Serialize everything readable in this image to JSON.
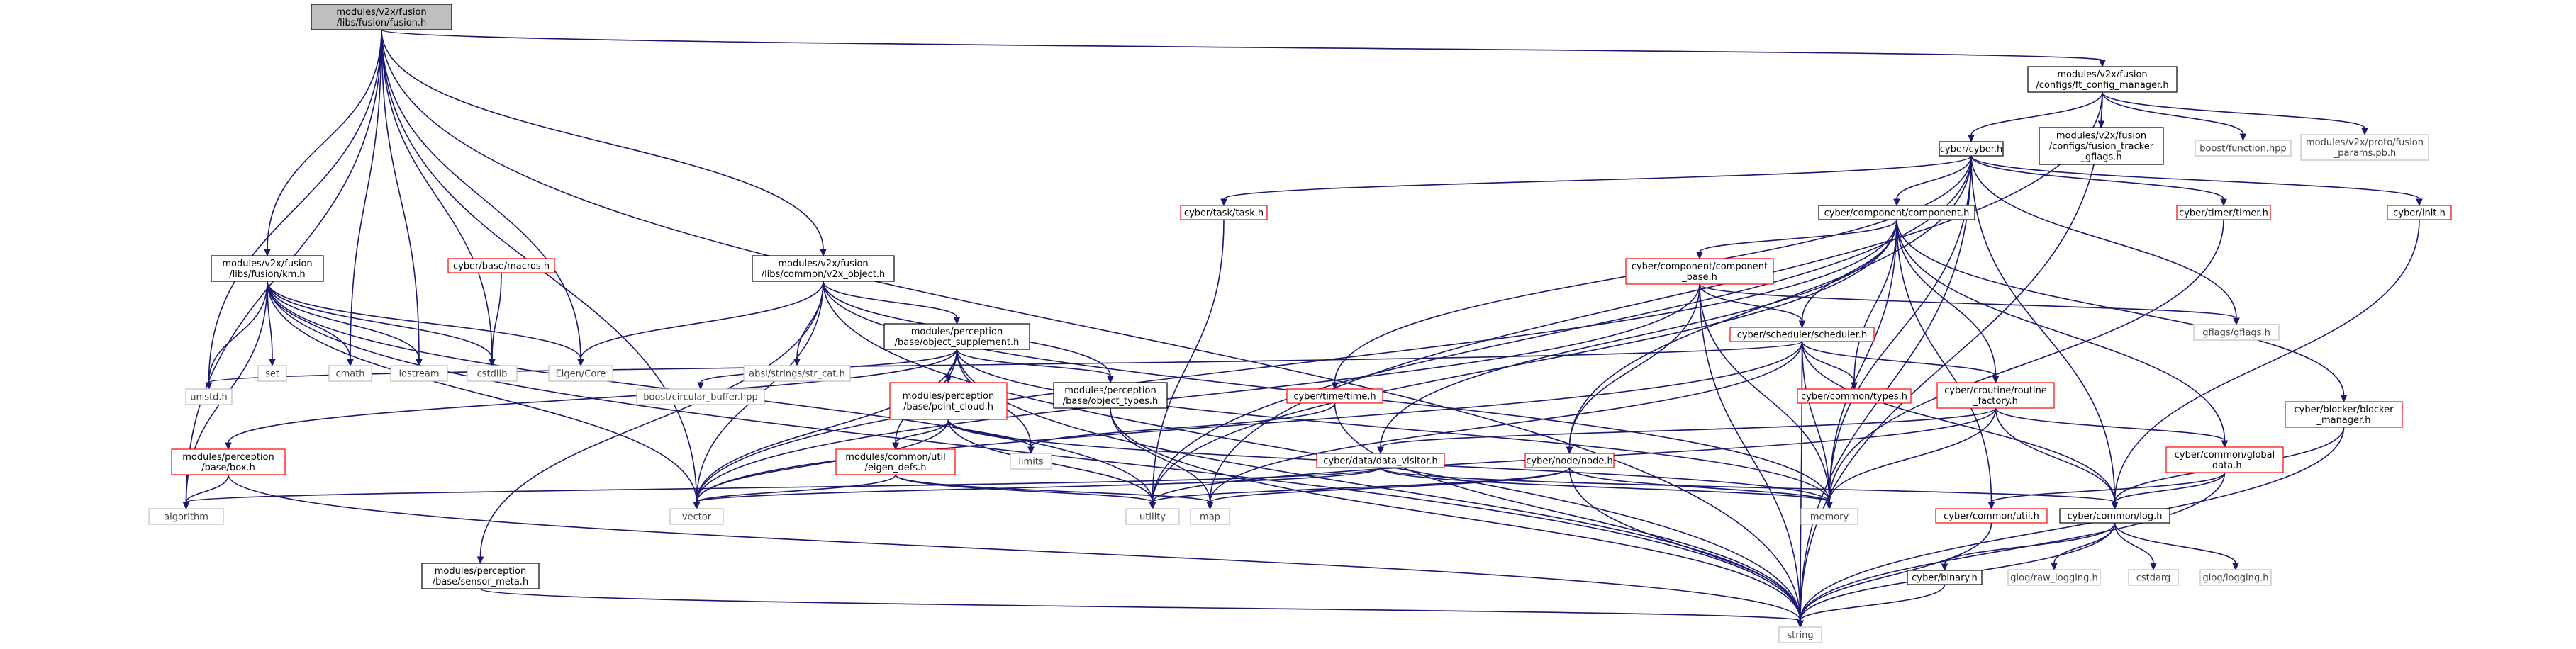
{
  "colors": {
    "edge": "#191970",
    "focus_fill": "#bfbfbf",
    "node_border_black": "#000000",
    "node_border_red": "#ff0000",
    "node_border_gray": "#bfbfbf",
    "text_black": "#000000",
    "text_gray": "#404040"
  },
  "nodes": [
    {
      "id": "fusion_h",
      "lines": [
        "modules/v2x/fusion",
        "/libs/fusion/fusion.h"
      ],
      "style": "focus"
    },
    {
      "id": "ft_config_manager",
      "lines": [
        "modules/v2x/fusion",
        "/configs/ft_config_manager.h"
      ],
      "style": "black"
    },
    {
      "id": "km_h",
      "lines": [
        "modules/v2x/fusion",
        "/libs/fusion/km.h"
      ],
      "style": "black"
    },
    {
      "id": "v2x_object",
      "lines": [
        "modules/v2x/fusion",
        "/libs/common/v2x_object.h"
      ],
      "style": "black"
    },
    {
      "id": "cyber_h",
      "lines": [
        "cyber/cyber.h"
      ],
      "style": "black"
    },
    {
      "id": "fusion_tracker_gflags",
      "lines": [
        "modules/v2x/fusion",
        "/configs/fusion_tracker",
        "_gflags.h"
      ],
      "style": "black"
    },
    {
      "id": "boost_function",
      "lines": [
        "boost/function.hpp"
      ],
      "style": "gray"
    },
    {
      "id": "ft_config_params",
      "lines": [
        "modules/v2x/proto/fusion",
        "_params.pb.h"
      ],
      "style": "gray"
    },
    {
      "id": "task_h",
      "lines": [
        "cyber/task/task.h"
      ],
      "style": "red"
    },
    {
      "id": "component_h",
      "lines": [
        "cyber/component/component.h"
      ],
      "style": "black"
    },
    {
      "id": "timer_h",
      "lines": [
        "cyber/timer/timer.h"
      ],
      "style": "red"
    },
    {
      "id": "init_h",
      "lines": [
        "cyber/init.h"
      ],
      "style": "red"
    },
    {
      "id": "macros_h",
      "lines": [
        "cyber/base/macros.h"
      ],
      "style": "red"
    },
    {
      "id": "component_base",
      "lines": [
        "cyber/component/component",
        "_base.h"
      ],
      "style": "red"
    },
    {
      "id": "object_supplement",
      "lines": [
        "modules/perception",
        "/base/object_supplement.h"
      ],
      "style": "black"
    },
    {
      "id": "scheduler_h",
      "lines": [
        "cyber/scheduler/scheduler.h"
      ],
      "style": "red"
    },
    {
      "id": "gflags",
      "lines": [
        "gflags/gflags.h"
      ],
      "style": "gray"
    },
    {
      "id": "set",
      "lines": [
        "set"
      ],
      "style": "gray"
    },
    {
      "id": "cmath",
      "lines": [
        "cmath"
      ],
      "style": "gray"
    },
    {
      "id": "iostream",
      "lines": [
        "iostream"
      ],
      "style": "gray"
    },
    {
      "id": "cstdlib",
      "lines": [
        "cstdlib"
      ],
      "style": "gray"
    },
    {
      "id": "eigen_core",
      "lines": [
        "Eigen/Core"
      ],
      "style": "gray"
    },
    {
      "id": "str_cat",
      "lines": [
        "absl/strings/str_cat.h"
      ],
      "style": "gray"
    },
    {
      "id": "unistd",
      "lines": [
        "unistd.h"
      ],
      "style": "gray"
    },
    {
      "id": "circular_buffer",
      "lines": [
        "boost/circular_buffer.hpp"
      ],
      "style": "gray"
    },
    {
      "id": "point_cloud",
      "lines": [
        "modules/perception",
        "/base/point_cloud.h"
      ],
      "style": "red"
    },
    {
      "id": "object_types",
      "lines": [
        "modules/perception",
        "/base/object_types.h"
      ],
      "style": "black"
    },
    {
      "id": "time_h",
      "lines": [
        "cyber/time/time.h"
      ],
      "style": "red"
    },
    {
      "id": "common_types",
      "lines": [
        "cyber/common/types.h"
      ],
      "style": "red"
    },
    {
      "id": "routine_factory",
      "lines": [
        "cyber/croutine/routine",
        "_factory.h"
      ],
      "style": "red"
    },
    {
      "id": "blocker_manager",
      "lines": [
        "cyber/blocker/blocker",
        "_manager.h"
      ],
      "style": "red"
    },
    {
      "id": "box_h",
      "lines": [
        "modules/perception",
        "/base/box.h"
      ],
      "style": "red"
    },
    {
      "id": "eigen_defs",
      "lines": [
        "modules/common/util",
        "/eigen_defs.h"
      ],
      "style": "red"
    },
    {
      "id": "limits",
      "lines": [
        "limits"
      ],
      "style": "gray"
    },
    {
      "id": "data_visitor",
      "lines": [
        "cyber/data/data_visitor.h"
      ],
      "style": "red"
    },
    {
      "id": "node_h",
      "lines": [
        "cyber/node/node.h"
      ],
      "style": "red"
    },
    {
      "id": "global_data",
      "lines": [
        "cyber/common/global",
        "_data.h"
      ],
      "style": "red"
    },
    {
      "id": "algorithm",
      "lines": [
        "algorithm"
      ],
      "style": "gray"
    },
    {
      "id": "vector",
      "lines": [
        "vector"
      ],
      "style": "gray"
    },
    {
      "id": "utility",
      "lines": [
        "utility"
      ],
      "style": "gray"
    },
    {
      "id": "map",
      "lines": [
        "map"
      ],
      "style": "gray"
    },
    {
      "id": "memory",
      "lines": [
        "memory"
      ],
      "style": "gray"
    },
    {
      "id": "common_util",
      "lines": [
        "cyber/common/util.h"
      ],
      "style": "red"
    },
    {
      "id": "log_h",
      "lines": [
        "cyber/common/log.h"
      ],
      "style": "black"
    },
    {
      "id": "sensor_meta",
      "lines": [
        "modules/perception",
        "/base/sensor_meta.h"
      ],
      "style": "black"
    },
    {
      "id": "binary_h",
      "lines": [
        "cyber/binary.h"
      ],
      "style": "black"
    },
    {
      "id": "raw_logging",
      "lines": [
        "glog/raw_logging.h"
      ],
      "style": "gray"
    },
    {
      "id": "cstdarg",
      "lines": [
        "cstdarg"
      ],
      "style": "gray"
    },
    {
      "id": "glog_logging",
      "lines": [
        "glog/logging.h"
      ],
      "style": "gray"
    },
    {
      "id": "string",
      "lines": [
        "string"
      ],
      "style": "gray"
    }
  ],
  "edges": [
    [
      "fusion_h",
      "ft_config_manager"
    ],
    [
      "fusion_h",
      "km_h"
    ],
    [
      "fusion_h",
      "v2x_object"
    ],
    [
      "fusion_h",
      "algorithm"
    ],
    [
      "fusion_h",
      "unistd"
    ],
    [
      "fusion_h",
      "vector"
    ],
    [
      "fusion_h",
      "cmath"
    ],
    [
      "fusion_h",
      "iostream"
    ],
    [
      "fusion_h",
      "cstdlib"
    ],
    [
      "fusion_h",
      "eigen_core"
    ],
    [
      "fusion_h",
      "string"
    ],
    [
      "ft_config_manager",
      "cyber_h"
    ],
    [
      "ft_config_manager",
      "fusion_tracker_gflags"
    ],
    [
      "ft_config_manager",
      "boost_function"
    ],
    [
      "ft_config_manager",
      "ft_config_params"
    ],
    [
      "ft_config_manager",
      "map"
    ],
    [
      "ft_config_manager",
      "string"
    ],
    [
      "cyber_h",
      "task_h"
    ],
    [
      "cyber_h",
      "component_h"
    ],
    [
      "cyber_h",
      "timer_h"
    ],
    [
      "cyber_h",
      "init_h"
    ],
    [
      "cyber_h",
      "time_h"
    ],
    [
      "cyber_h",
      "node_h"
    ],
    [
      "cyber_h",
      "log_h"
    ],
    [
      "cyber_h",
      "gflags"
    ],
    [
      "cyber_h",
      "utility"
    ],
    [
      "cyber_h",
      "memory"
    ],
    [
      "cyber_h",
      "string"
    ],
    [
      "task_h",
      "utility"
    ],
    [
      "timer_h",
      "memory"
    ],
    [
      "init_h",
      "log_h"
    ],
    [
      "component_h",
      "component_base"
    ],
    [
      "component_h",
      "scheduler_h"
    ],
    [
      "component_h",
      "routine_factory"
    ],
    [
      "component_h",
      "common_types"
    ],
    [
      "component_h",
      "common_util"
    ],
    [
      "component_h",
      "data_visitor"
    ],
    [
      "component_h",
      "global_data"
    ],
    [
      "component_h",
      "blocker_manager"
    ],
    [
      "component_h",
      "utility"
    ],
    [
      "component_h",
      "vector"
    ],
    [
      "component_h",
      "memory"
    ],
    [
      "component_base",
      "scheduler_h"
    ],
    [
      "component_base",
      "node_h"
    ],
    [
      "component_base",
      "gflags"
    ],
    [
      "component_base",
      "vector"
    ],
    [
      "component_base",
      "memory"
    ],
    [
      "component_base",
      "string"
    ],
    [
      "scheduler_h",
      "routine_factory"
    ],
    [
      "scheduler_h",
      "common_types"
    ],
    [
      "scheduler_h",
      "log_h"
    ],
    [
      "scheduler_h",
      "unistd"
    ],
    [
      "scheduler_h",
      "vector"
    ],
    [
      "scheduler_h",
      "map"
    ],
    [
      "scheduler_h",
      "memory"
    ],
    [
      "scheduler_h",
      "string"
    ],
    [
      "routine_factory",
      "data_visitor"
    ],
    [
      "routine_factory",
      "global_data"
    ],
    [
      "routine_factory",
      "log_h"
    ],
    [
      "routine_factory",
      "memory"
    ],
    [
      "routine_factory",
      "utility"
    ],
    [
      "macros_h",
      "cstdlib"
    ],
    [
      "km_h",
      "set"
    ],
    [
      "km_h",
      "cmath"
    ],
    [
      "km_h",
      "iostream"
    ],
    [
      "km_h",
      "cstdlib"
    ],
    [
      "km_h",
      "eigen_core"
    ],
    [
      "km_h",
      "unistd"
    ],
    [
      "km_h",
      "algorithm"
    ],
    [
      "km_h",
      "vector"
    ],
    [
      "km_h",
      "utility"
    ],
    [
      "km_h",
      "string"
    ],
    [
      "v2x_object",
      "eigen_core"
    ],
    [
      "v2x_object",
      "str_cat"
    ],
    [
      "v2x_object",
      "object_supplement"
    ],
    [
      "v2x_object",
      "object_types"
    ],
    [
      "v2x_object",
      "sensor_meta"
    ],
    [
      "v2x_object",
      "vector"
    ],
    [
      "v2x_object",
      "memory"
    ],
    [
      "v2x_object",
      "string"
    ],
    [
      "object_supplement",
      "box_h"
    ],
    [
      "object_supplement",
      "point_cloud"
    ],
    [
      "object_supplement",
      "object_types"
    ],
    [
      "object_supplement",
      "eigen_defs"
    ],
    [
      "object_supplement",
      "circular_buffer"
    ],
    [
      "object_supplement",
      "limits"
    ],
    [
      "object_supplement",
      "vector"
    ],
    [
      "object_supplement",
      "memory"
    ],
    [
      "object_supplement",
      "string"
    ],
    [
      "point_cloud",
      "eigen_defs"
    ],
    [
      "point_cloud",
      "limits"
    ],
    [
      "point_cloud",
      "vector"
    ],
    [
      "point_cloud",
      "utility"
    ],
    [
      "point_cloud",
      "memory"
    ],
    [
      "object_types",
      "map"
    ],
    [
      "object_types",
      "string"
    ],
    [
      "eigen_defs",
      "vector"
    ],
    [
      "eigen_defs",
      "map"
    ],
    [
      "eigen_defs",
      "utility"
    ],
    [
      "box_h",
      "algorithm"
    ],
    [
      "box_h",
      "string"
    ],
    [
      "time_h",
      "limits"
    ],
    [
      "time_h",
      "string"
    ],
    [
      "data_visitor",
      "algorithm"
    ],
    [
      "data_visitor",
      "vector"
    ],
    [
      "data_visitor",
      "log_h"
    ],
    [
      "data_visitor",
      "memory"
    ],
    [
      "node_h",
      "map"
    ],
    [
      "node_h",
      "utility"
    ],
    [
      "node_h",
      "memory"
    ],
    [
      "node_h",
      "string"
    ],
    [
      "global_data",
      "common_util"
    ],
    [
      "global_data",
      "log_h"
    ],
    [
      "global_data",
      "string"
    ],
    [
      "blocker_manager",
      "log_h"
    ],
    [
      "blocker_manager",
      "string"
    ],
    [
      "common_util",
      "string"
    ],
    [
      "log_h",
      "binary_h"
    ],
    [
      "log_h",
      "raw_logging"
    ],
    [
      "log_h",
      "cstdarg"
    ],
    [
      "log_h",
      "glog_logging"
    ],
    [
      "log_h",
      "string"
    ],
    [
      "binary_h",
      "string"
    ],
    [
      "sensor_meta",
      "string"
    ]
  ]
}
